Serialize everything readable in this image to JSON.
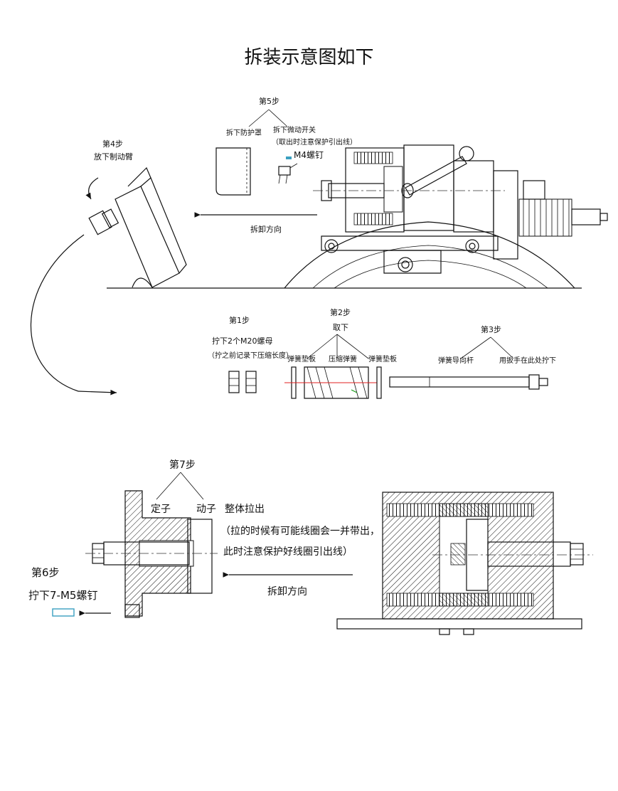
{
  "title": "拆装示意图如下",
  "colors": {
    "ink": "#111111",
    "hatch": "#111111",
    "red_cut": "#e02020",
    "green_mark": "#1a9a1a",
    "bolt_highlight": "#3aa0c0"
  },
  "top_section": {
    "step5": {
      "label": "第5步",
      "left": "拆下防护罩",
      "right_line1": "拆下微动开关",
      "right_line2": "（取出时注意保护引出线）",
      "screw": "M4螺钉"
    },
    "step4": {
      "line1": "第4步",
      "line2": "放下制动臂"
    },
    "arrow_label": "拆卸方向"
  },
  "middle_section": {
    "step1": {
      "label": "第1步",
      "line1": "拧下2个M20螺母",
      "line2": "（拧之前记录下压缩长度）"
    },
    "step2": {
      "label": "第2步",
      "sub": "取下",
      "plate_left": "弹簧垫板",
      "spring": "压缩弹簧",
      "plate_right": "弹簧垫板"
    },
    "step3": {
      "label": "第3步",
      "rod": "弹簧导向杆",
      "wrench": "用扳手在此处拧下"
    }
  },
  "bottom_section": {
    "step7": {
      "label": "第7步",
      "stator": "定子",
      "rotor": "动子",
      "pull": "整体拉出",
      "note1": "（拉的时候有可能线圈会一并带出，",
      "note2": "此时注意保护好线圈引出线）"
    },
    "step6": {
      "label": "第6步",
      "action": "拧下7-M5螺钉"
    },
    "arrow_label": "拆卸方向"
  }
}
